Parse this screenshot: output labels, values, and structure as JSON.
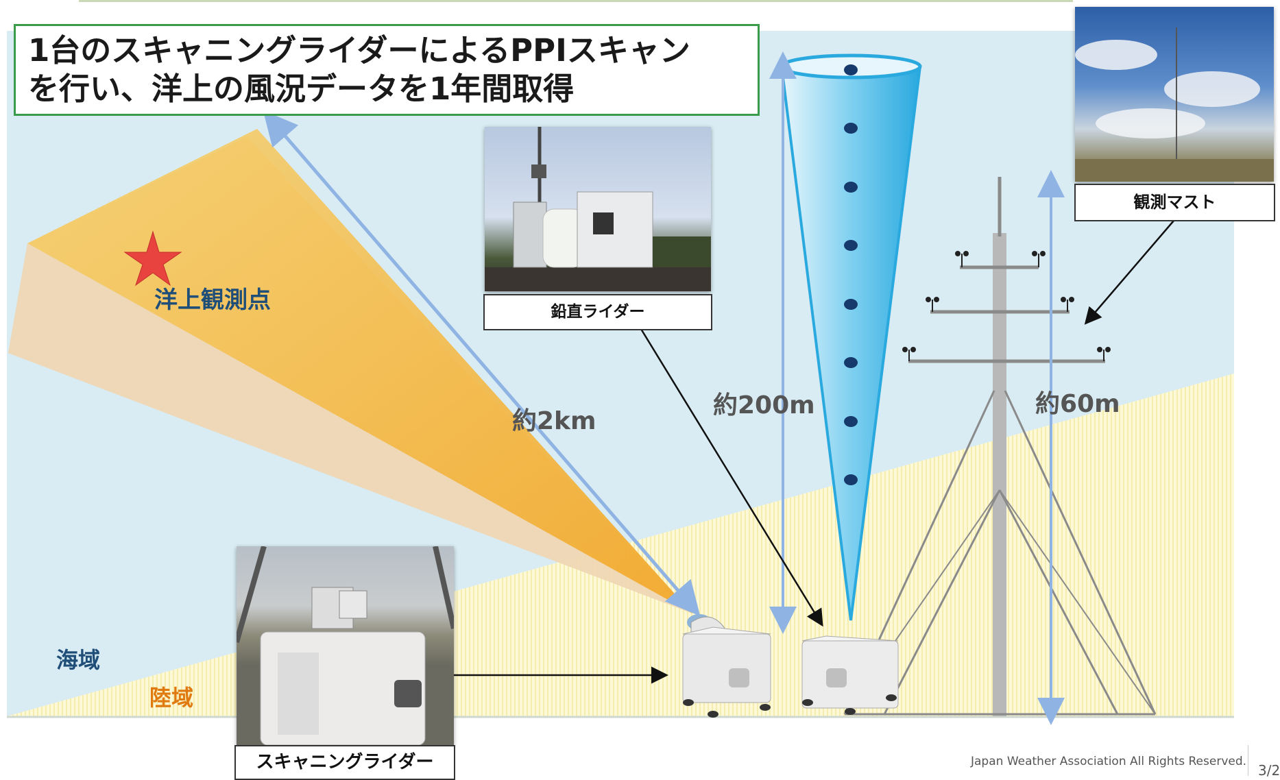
{
  "title": {
    "line1": "1台のスキャニングライダーによるPPIスキャン",
    "line2": "を行い、洋上の風況データを1年間取得"
  },
  "zones": {
    "sea": "海域",
    "land": "陸域"
  },
  "observation_point": "洋上観測点",
  "distances": {
    "scan_range": "約2km",
    "vertical_range": "約200m",
    "mast_height": "約60m"
  },
  "captions": {
    "vertical_lidar": "鉛直ライダー",
    "scanning_lidar": "スキャニングライダー",
    "mast": "観測マスト"
  },
  "footer": {
    "copyright": "Japan Weather Association All Rights Reserved.",
    "page": "3/2"
  },
  "colors": {
    "sea": "#d9ecf3",
    "land": "#fbf7cc",
    "title_border": "#3a9c4a",
    "scan_beam": "#f2b94a",
    "vertical_beam": "#3fb6e6",
    "star": "#e8433f",
    "sea_label": "#1f4e79",
    "land_label": "#e07a10",
    "arrow_blue": "#8fb4e3"
  },
  "icons": [
    "star-icon",
    "anemometer-icon",
    "lidar-unit-icon"
  ]
}
